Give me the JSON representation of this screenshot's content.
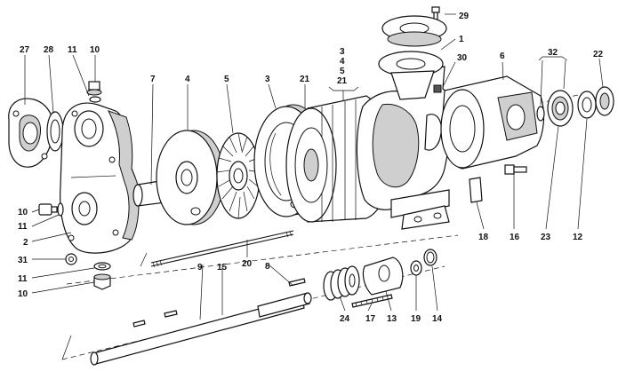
{
  "callouts": [
    {
      "id": "27",
      "text": "27"
    },
    {
      "id": "28",
      "text": "28"
    },
    {
      "id": "11a",
      "text": "11"
    },
    {
      "id": "10a",
      "text": "10"
    },
    {
      "id": "7",
      "text": "7"
    },
    {
      "id": "4",
      "text": "4"
    },
    {
      "id": "5",
      "text": "5"
    },
    {
      "id": "3a",
      "text": "3"
    },
    {
      "id": "21a",
      "text": "21"
    },
    {
      "id": "3b",
      "text": "3"
    },
    {
      "id": "4b",
      "text": "4"
    },
    {
      "id": "5b",
      "text": "5"
    },
    {
      "id": "21b",
      "text": "21"
    },
    {
      "id": "29",
      "text": "29"
    },
    {
      "id": "1",
      "text": "1"
    },
    {
      "id": "30",
      "text": "30"
    },
    {
      "id": "6",
      "text": "6"
    },
    {
      "id": "32",
      "text": "32"
    },
    {
      "id": "22",
      "text": "22"
    },
    {
      "id": "10b",
      "text": "10"
    },
    {
      "id": "11b",
      "text": "11"
    },
    {
      "id": "2",
      "text": "2"
    },
    {
      "id": "31",
      "text": "31"
    },
    {
      "id": "11c",
      "text": "11"
    },
    {
      "id": "10c",
      "text": "10"
    },
    {
      "id": "9",
      "text": "9"
    },
    {
      "id": "15",
      "text": "15"
    },
    {
      "id": "20",
      "text": "20"
    },
    {
      "id": "8",
      "text": "8"
    },
    {
      "id": "18",
      "text": "18"
    },
    {
      "id": "16",
      "text": "16"
    },
    {
      "id": "23",
      "text": "23"
    },
    {
      "id": "12",
      "text": "12"
    },
    {
      "id": "24",
      "text": "24"
    },
    {
      "id": "17",
      "text": "17"
    },
    {
      "id": "13",
      "text": "13"
    },
    {
      "id": "19",
      "text": "19"
    },
    {
      "id": "14",
      "text": "14"
    }
  ]
}
